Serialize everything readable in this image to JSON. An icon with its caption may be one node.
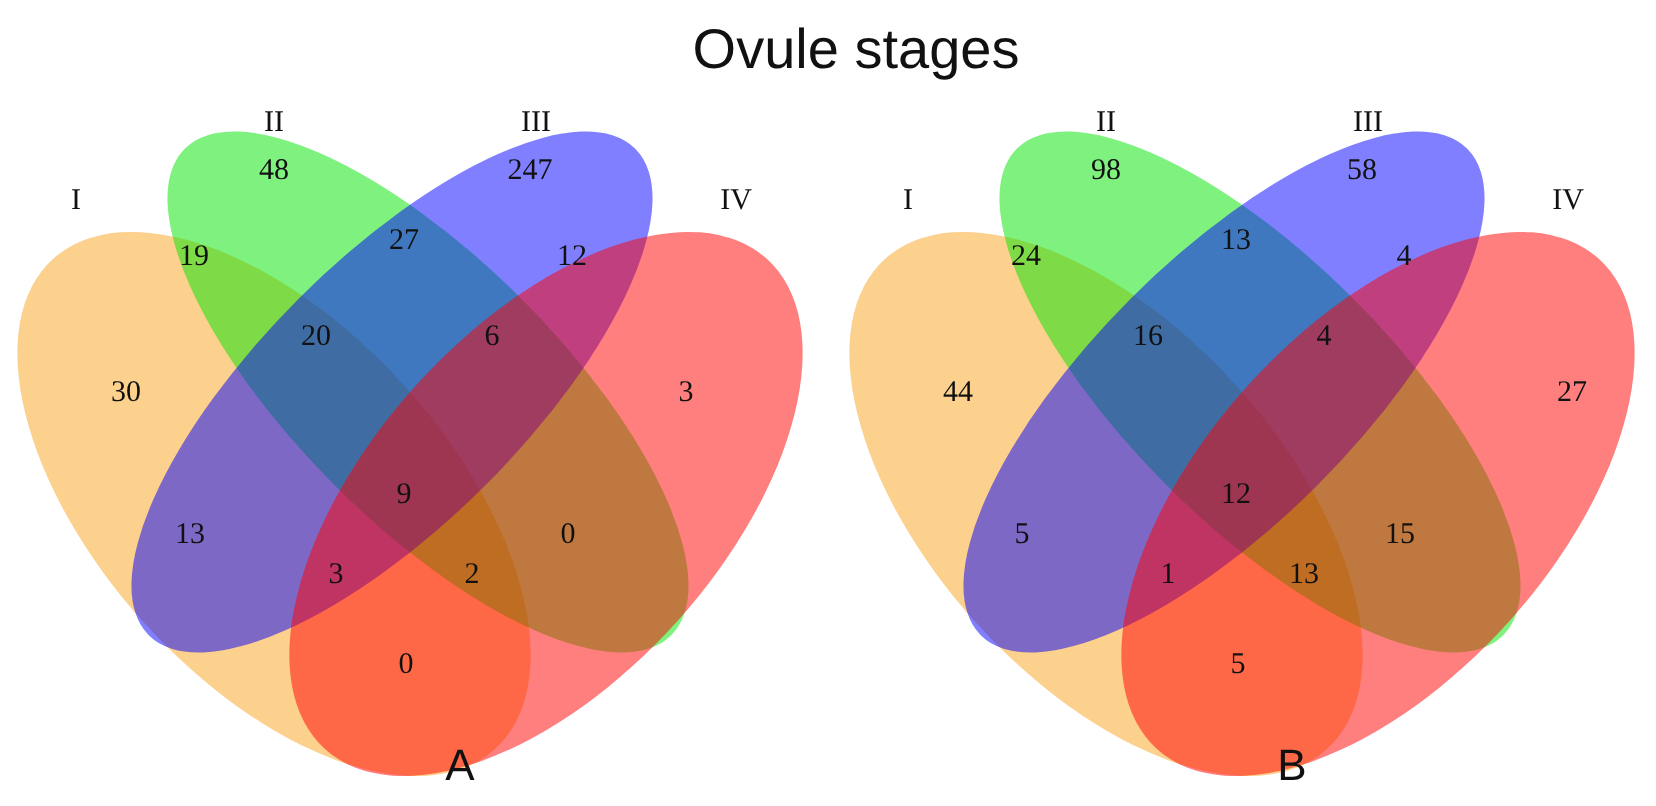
{
  "diagram": {
    "title": "Ovule stages",
    "nodes": [
      {
        "text": [
          "I"
        ]
      },
      {
        "text": [
          "II"
        ]
      },
      {
        "text": [
          "III"
        ]
      },
      {
        "text": [
          "IV"
        ]
      },
      {
        "text": [
          "I"
        ]
      },
      {
        "text": [
          "II"
        ]
      },
      {
        "text": [
          "III"
        ]
      },
      {
        "text": [
          "IV"
        ]
      }
    ],
    "labels": [
      "48",
      "247",
      "19",
      "27",
      "12",
      "30",
      "20",
      "6",
      "3",
      "9",
      "13",
      "0",
      "3",
      "2",
      "0",
      "A",
      "98",
      "58",
      "24",
      "13",
      "4",
      "44",
      "16",
      "4",
      "27",
      "12",
      "5",
      "15",
      "1",
      "13",
      "5",
      "B"
    ]
  }
}
